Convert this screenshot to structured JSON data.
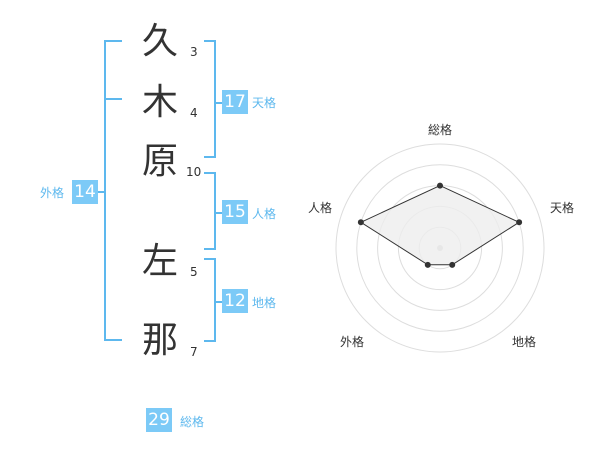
{
  "name": {
    "characters": [
      {
        "char": "久",
        "strokes": "3"
      },
      {
        "char": "木",
        "strokes": "4"
      },
      {
        "char": "原",
        "strokes": "10"
      },
      {
        "char": "左",
        "strokes": "5"
      },
      {
        "char": "那",
        "strokes": "7"
      }
    ]
  },
  "fortune": {
    "tenkaku": {
      "value": "17",
      "label": "天格"
    },
    "jinkaku": {
      "value": "15",
      "label": "人格"
    },
    "chikaku": {
      "value": "12",
      "label": "地格"
    },
    "gaikaku": {
      "value": "14",
      "label": "外格"
    },
    "soukaku": {
      "value": "29",
      "label": "総格"
    }
  },
  "radar": {
    "axes": [
      "総格",
      "天格",
      "地格",
      "外格",
      "人格"
    ],
    "values": [
      3,
      4,
      1,
      1,
      4
    ],
    "max": 5,
    "colors": {
      "fill": "#eeeeee",
      "ring": "#dddddd",
      "line": "#333333",
      "center": "#cccccc"
    }
  },
  "colors": {
    "bracket": "#5db8ee",
    "box": "#7ccaf7"
  }
}
